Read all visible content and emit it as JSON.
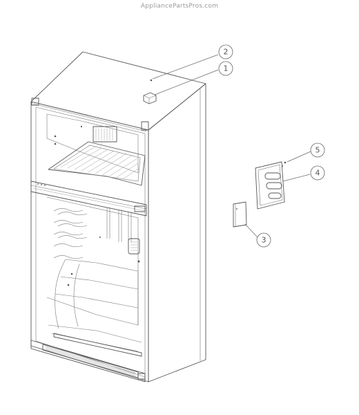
{
  "watermark": "AppliancePartsPros.com",
  "callouts": [
    {
      "label": "1"
    },
    {
      "label": "2"
    },
    {
      "label": "3"
    },
    {
      "label": "4"
    },
    {
      "label": "5"
    }
  ]
}
